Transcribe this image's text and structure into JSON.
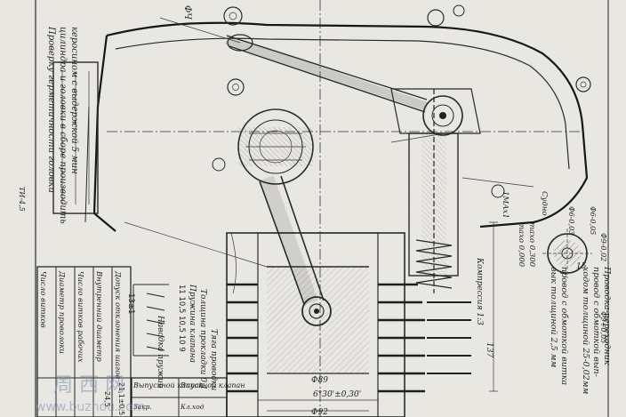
{
  "notes": {
    "left_top_1": "Проверку герметичности головки",
    "left_top_2": "цилиндра и головки в сборе производить",
    "left_top_3": "керосином с выдержкой 5 мин",
    "left_tag": "ТИ-4,5",
    "left_mark": "ФЧ",
    "right_top_1": "Проводка-переходник",
    "right_top_2": "провод с обмоткой вып-",
    "right_top_3": "ходом толщиной 25-0,02мм",
    "right_top_4": "провод с обмоткой витка",
    "right_top_5": "вык толщиной 2,5 мм",
    "right_tag_1": "Судно",
    "right_tag_2": "тахо 0,300",
    "right_tag_3": "тахо 0,000",
    "right_tag_4": "1МАх1",
    "tolerance_1": "Ф6-0,03",
    "tolerance_2": "Ф6-0,05",
    "tolerance_3": "Ф9-0,02",
    "tolerance_4": "Ф9+0,05",
    "dim_15": "15",
    "dim_137": "137",
    "dim_comp": "Компрессия 1:3",
    "dim_89": "Ф89",
    "dim_92": "Ф92",
    "dim_angle": "6°30'±0,30'",
    "dim_rod": "Тяга проводки",
    "dim_rod_2": "Толщина прокладки 0,1",
    "left_col_1": "Число витков",
    "left_col_2": "Диаметр проволоки",
    "left_col_3": "Число витков рабочих",
    "left_col_4": "Внутренний диаметр",
    "left_col_5": "Допуск отклонения шагов",
    "spring_header_1": "Наводка пружин",
    "spring_header_2": "Пружина клапана",
    "spring_vals": "11 10,5 10,5 10 9",
    "spring_val_small": "13±1",
    "table_col_1": "Выпускной клапан",
    "table_col_2": "Впускной клапан",
    "table_row_1": "Закр.",
    "table_row_2": "Кл.ход",
    "table_val_1": "21,1±0,5",
    "table_val_2": "24,5",
    "watermark_1": "周 西 网",
    "watermark_2": "www.buzhou.com"
  },
  "colors": {
    "paper": "#e9e7e2",
    "ink": "#1a1a1a",
    "watermark": "#7a8fb0"
  }
}
